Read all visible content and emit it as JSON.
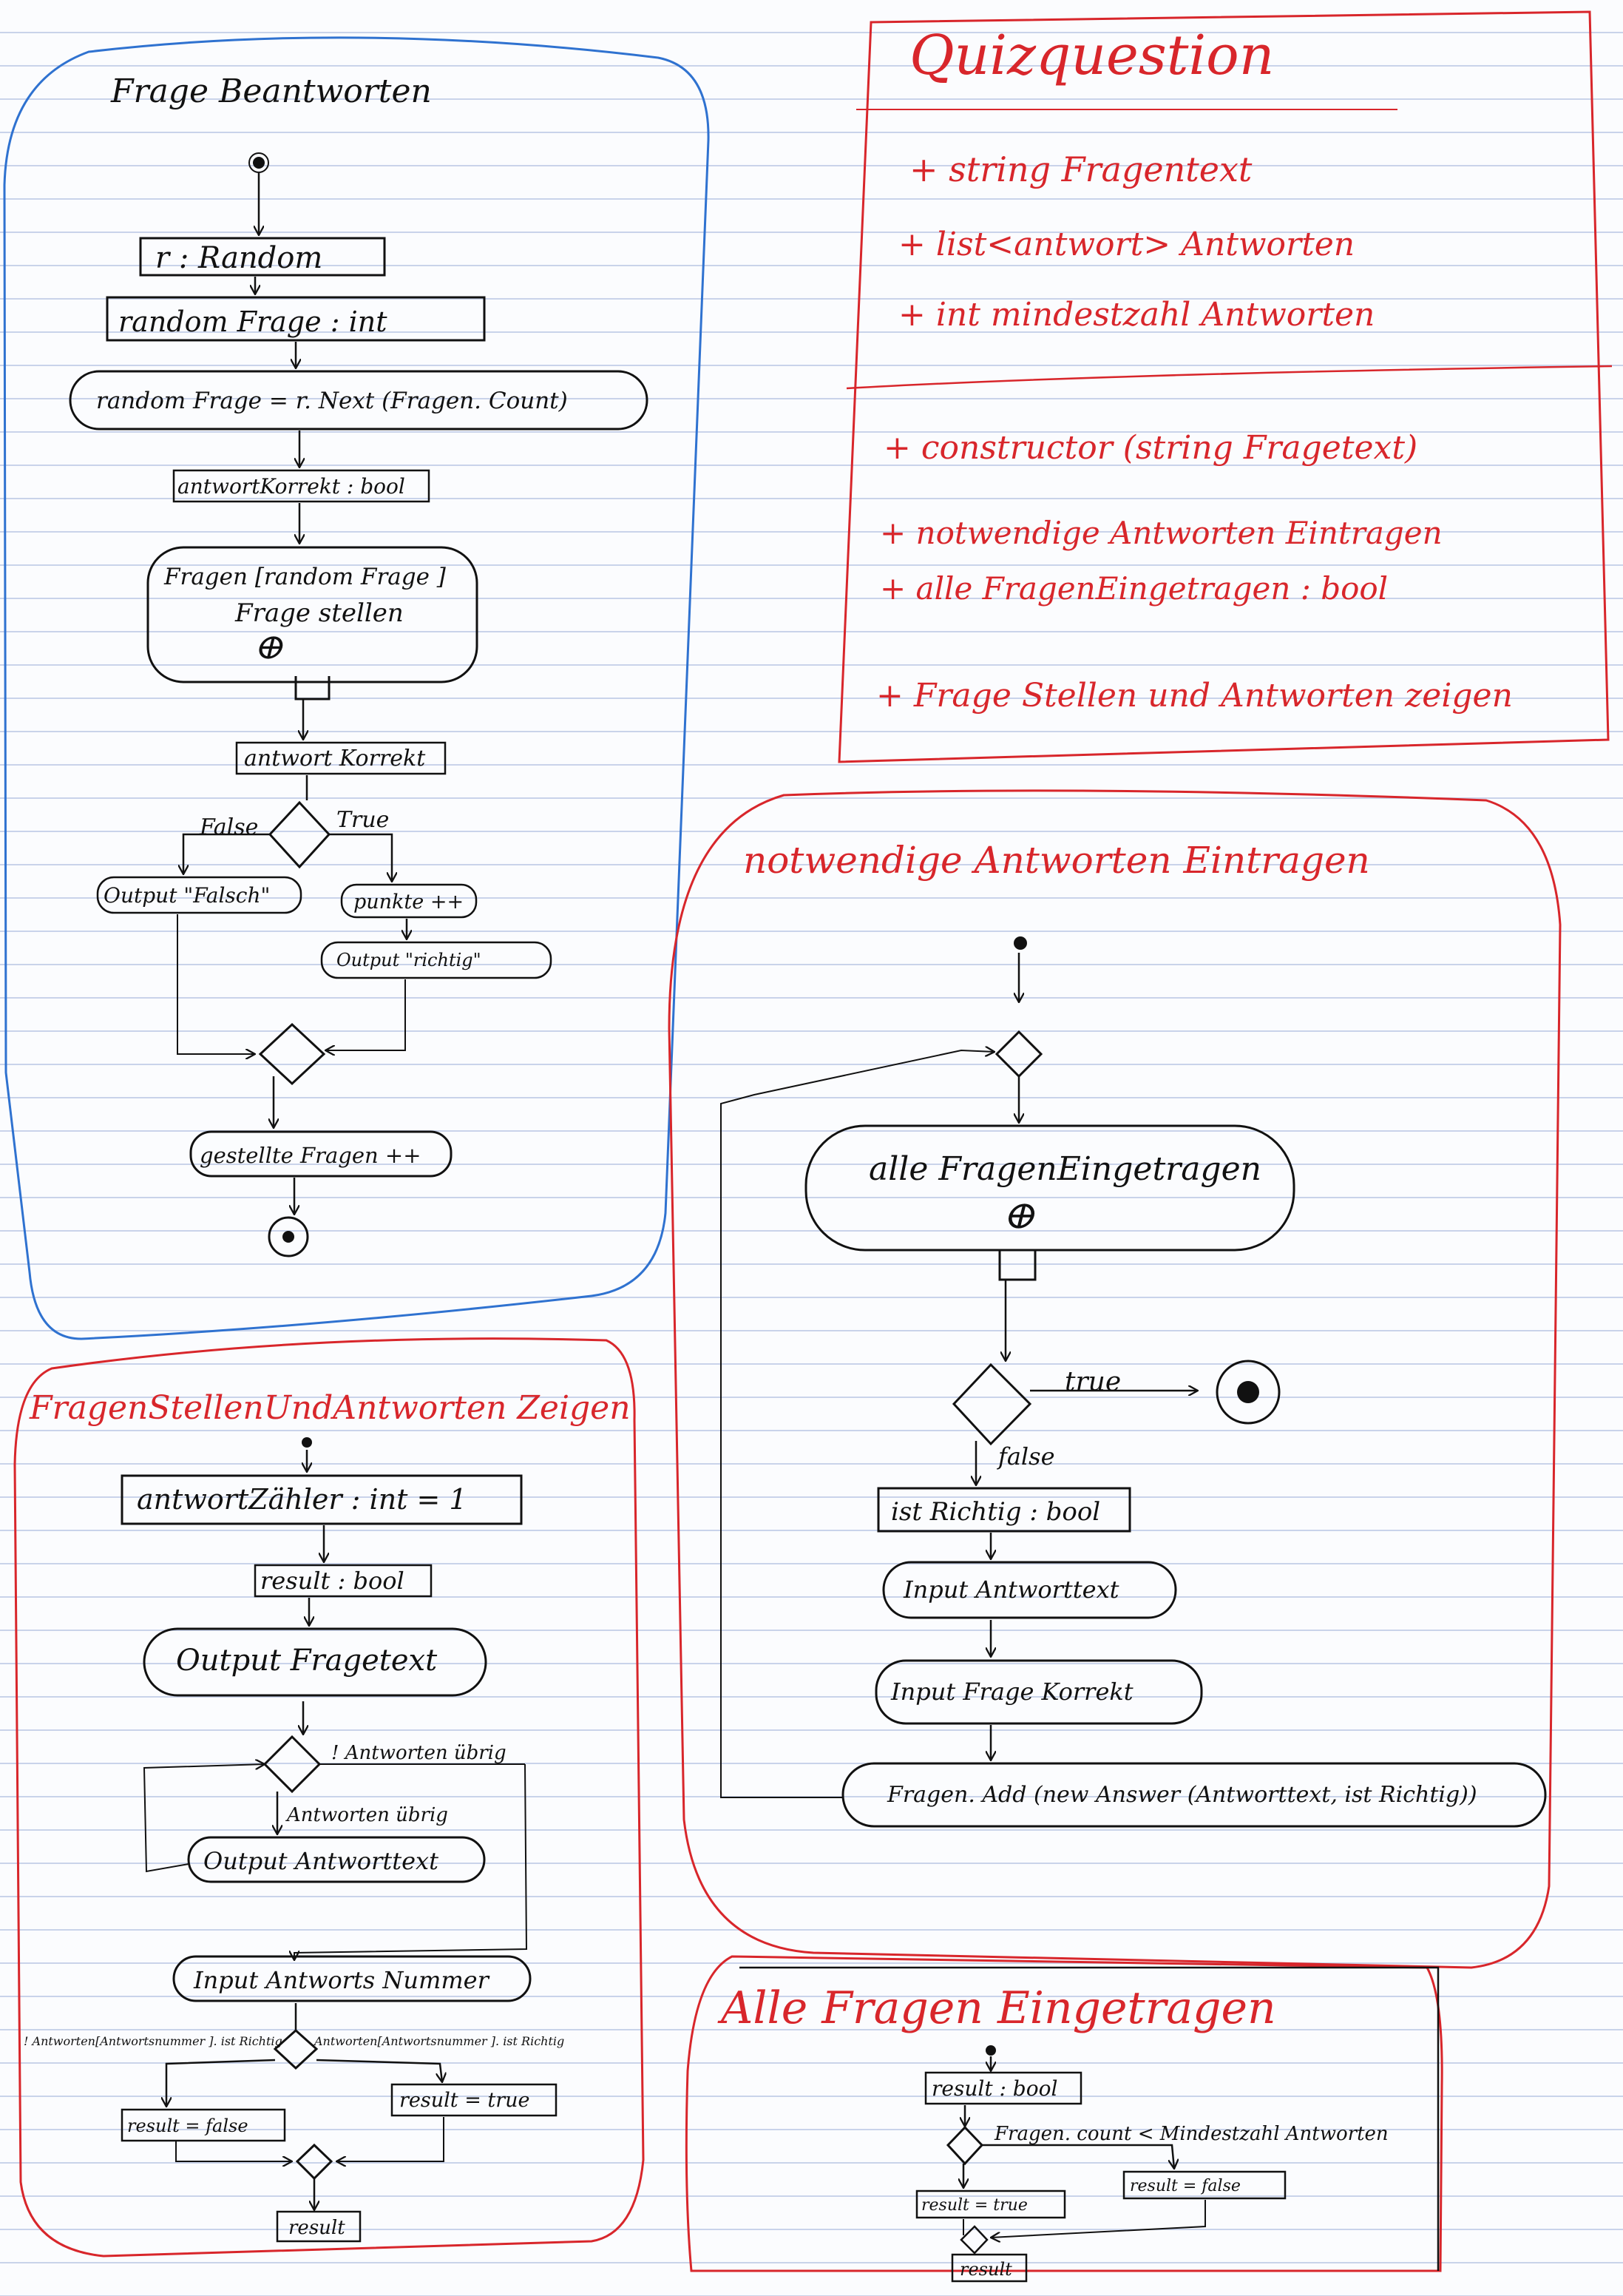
{
  "diagram_frage": {
    "title": "Frage Beantworten",
    "n_random": "r : Random",
    "n_decl": "random Frage  : int",
    "n_assign": "random Frage = r. Next (Fragen. Count)",
    "n_bool": "antwortKorrekt : bool",
    "n_call1": "Fragen [random Frage ]",
    "n_call2": "Frage stellen",
    "n_call3": "ⴲ",
    "n_obj": "antwort Korrekt",
    "g_false": "False",
    "g_true": "True",
    "n_falsch": "Output \"Falsch\"",
    "n_punkte": "punkte ++",
    "n_richtig": "Output \"richtig\"",
    "n_gestellt": "gestellte Fragen ++"
  },
  "class_box": {
    "title": "Quizquestion",
    "attributes": [
      "+ string  Fragentext",
      "+ list<antwort> Antworten",
      "+ int  mindestzahl Antworten"
    ],
    "methods": [
      "+ constructor (string Fragetext)",
      "+ notwendige Antworten Eintragen",
      "+ alle FragenEingetragen : bool",
      "+ Frage Stellen und Antworten zeigen"
    ]
  },
  "diagram_notwendige": {
    "title": "notwendige Antworten Eintragen",
    "n_call1": "alle FragenEingetragen",
    "n_call2": "ⴲ",
    "g_true": "true",
    "g_false": "false",
    "n_bool": "ist Richtig : bool",
    "n_in1": "Input  Antworttext",
    "n_in2": "Input  Frage Korrekt",
    "n_add": "Fragen. Add (new Answer (Antworttext, ist Richtig))"
  },
  "diagram_stellen": {
    "title": "FragenStellenUndAntworten Zeigen",
    "n_counter": "antwortZähler : int = 1",
    "n_result": "result : bool",
    "n_out": "Output  Fragetext",
    "g_not_left": "! Antworten übrig",
    "g_left": "Antworten übrig",
    "n_out2": "Output  Antworttext",
    "n_input": "Input  Antworts Nummer",
    "g_not_right": "! Antworten[Antwortsnummer ]. ist Richtig",
    "g_right": "Antworten[Antwortsnummer ]. ist Richtig",
    "n_false": "result = false",
    "n_true": "result = true",
    "n_out_result": "result"
  },
  "diagram_alle": {
    "title": "Alle Fragen Eingetragen",
    "n_result": "result : bool",
    "g_cond": "Fragen. count < Mindestzahl Antworten",
    "n_true": "result = true",
    "n_false": "result = false",
    "n_out": "result"
  },
  "colors": {
    "ink": "#111111",
    "red": "#d8262b",
    "blue": "#2f72d0",
    "paper_line": "#c9d3ea"
  }
}
